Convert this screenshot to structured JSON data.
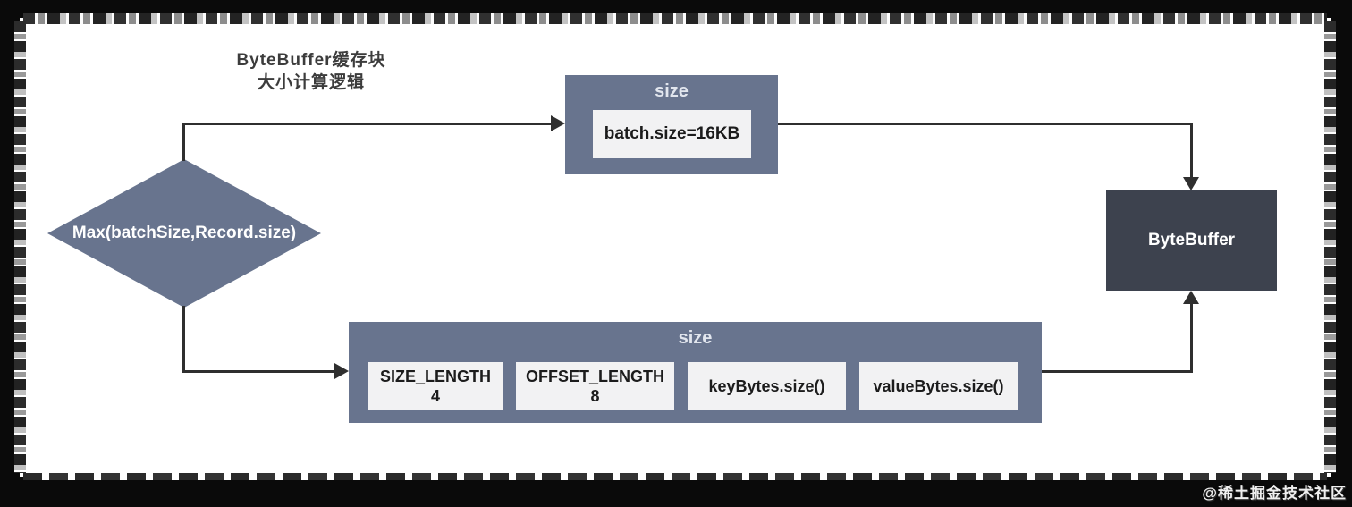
{
  "page": {
    "title_line1": "ByteBuffer缓存块",
    "title_line2": "大小计算逻辑",
    "watermark": "@稀土掘金技术社区"
  },
  "colors": {
    "canvas_background": "#0a0a0a",
    "panel_background": "#ffffff",
    "node_slate": "#68748e",
    "node_dark": "#3d424e",
    "inner_cell_background": "#f2f2f3",
    "connector": "#2f2f2f",
    "title_text": "#3c3c3c",
    "group_title_text": "#e2e6ee"
  },
  "diagram": {
    "decision": {
      "label": "Max(batchSize,Record.size)"
    },
    "top_group": {
      "title": "size",
      "items": [
        {
          "label": "batch.size=16KB"
        }
      ]
    },
    "bottom_group": {
      "title": "size",
      "items": [
        {
          "label": "SIZE_LENGTH",
          "sub": "4"
        },
        {
          "label": "OFFSET_LENGTH",
          "sub": "8"
        },
        {
          "label": "keyBytes.size()"
        },
        {
          "label": "valueBytes.size()"
        }
      ]
    },
    "target": {
      "label": "ByteBuffer"
    },
    "connections": [
      {
        "from": "decision-node",
        "to": "size-group-top",
        "style": "elbow-arrow"
      },
      {
        "from": "size-group-top",
        "to": "bytebuffer-node",
        "style": "elbow-arrow"
      },
      {
        "from": "decision-node",
        "to": "size-group-bottom",
        "style": "elbow-arrow"
      },
      {
        "from": "size-group-bottom",
        "to": "bytebuffer-node",
        "style": "elbow-arrow"
      }
    ]
  }
}
